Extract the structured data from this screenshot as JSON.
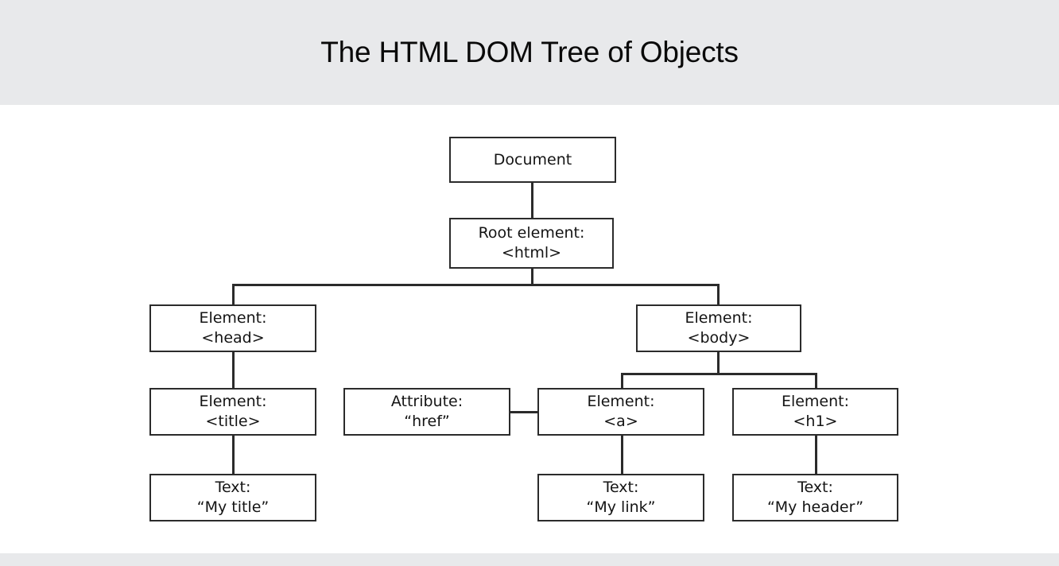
{
  "header": {
    "title": "The HTML DOM Tree of Objects",
    "background_color": "#e8e9eb"
  },
  "footer": {
    "background_color": "#e8e9eb"
  },
  "diagram": {
    "type": "tree",
    "background_color": "#ffffff",
    "border_color": "#2b2b2b",
    "text_color": "#141414",
    "nodes": [
      {
        "id": "document",
        "line1": "Document",
        "line2": ""
      },
      {
        "id": "html",
        "line1": "Root element:",
        "line2": "<html>"
      },
      {
        "id": "head",
        "line1": "Element:",
        "line2": "<head>"
      },
      {
        "id": "body",
        "line1": "Element:",
        "line2": "<body>"
      },
      {
        "id": "title",
        "line1": "Element:",
        "line2": "<title>"
      },
      {
        "id": "href",
        "line1": "Attribute:",
        "line2": "“href”"
      },
      {
        "id": "a",
        "line1": "Element:",
        "line2": "<a>"
      },
      {
        "id": "h1",
        "line1": "Element:",
        "line2": "<h1>"
      },
      {
        "id": "text-title",
        "line1": "Text:",
        "line2": "“My title”"
      },
      {
        "id": "text-link",
        "line1": "Text:",
        "line2": "“My link”"
      },
      {
        "id": "text-h1",
        "line1": "Text:",
        "line2": "“My header”"
      }
    ],
    "edges": [
      {
        "from": "document",
        "to": "html"
      },
      {
        "from": "html",
        "to": "head"
      },
      {
        "from": "html",
        "to": "body"
      },
      {
        "from": "head",
        "to": "title"
      },
      {
        "from": "title",
        "to": "text-title"
      },
      {
        "from": "body",
        "to": "a"
      },
      {
        "from": "body",
        "to": "h1"
      },
      {
        "from": "href",
        "to": "a"
      },
      {
        "from": "a",
        "to": "text-link"
      },
      {
        "from": "h1",
        "to": "text-h1"
      }
    ]
  }
}
